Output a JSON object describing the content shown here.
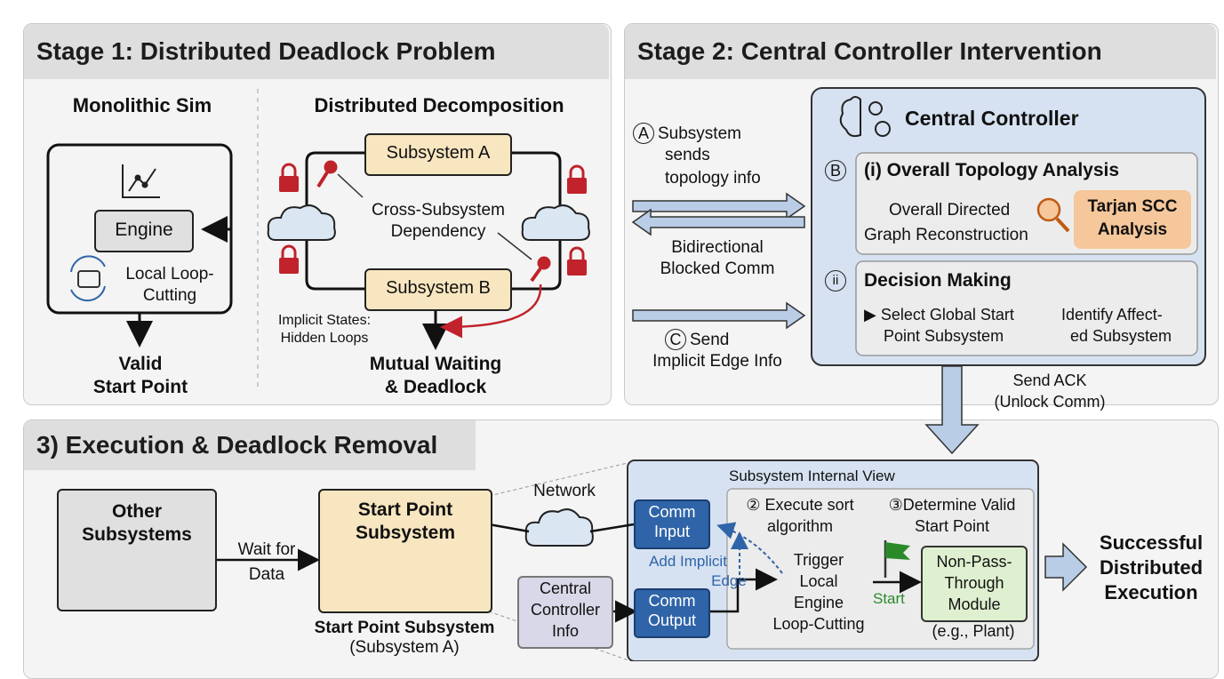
{
  "stage1": {
    "title": "Stage 1: Distributed Deadlock Problem",
    "mono_title": "Monolithic Sim",
    "engine": "Engine",
    "local_loop_1": "Local Loop-",
    "local_loop_2": "Cutting",
    "valid_1": "Valid",
    "valid_2": "Start Point",
    "dist_title": "Distributed Decomposition",
    "subsystem_a": "Subsystem A",
    "subsystem_b": "Subsystem B",
    "cross_1": "Cross-Subsystem",
    "cross_2": "Dependency",
    "implicit_1": "Implicit States:",
    "implicit_2": "Hidden Loops",
    "mutual_1": "Mutual Waiting",
    "mutual_2": "& Deadlock"
  },
  "stage2": {
    "title": "Stage 2: Central Controller Intervention",
    "a_marker": "A",
    "a_1": "Subsystem",
    "a_2": "sends",
    "a_3": "topology info",
    "bidir_1": "Bidirectional",
    "bidir_2": "Blocked Comm",
    "c_marker": "C",
    "c_1": "Send",
    "c_2": "Implicit Edge Info",
    "controller": "Central Controller",
    "b_marker": "B",
    "topo_title": "(i) Overall Topology Analysis",
    "topo_1": "Overall Directed",
    "topo_2": "Graph Reconstruction",
    "tarjan_1": "Tarjan SCC",
    "tarjan_2": "Analysis",
    "ii_marker": "ii",
    "decision_title": "Decision Making",
    "select_1": "▶ Select Global Start",
    "select_2": "Point Subsystem",
    "affect_1": "Identify Affect-",
    "affect_2": "ed Subsystem",
    "ack_1": "Send ACK",
    "ack_2": "(Unlock Comm)"
  },
  "stage3": {
    "title": "3) Execution & Deadlock Removal",
    "other_1": "Other",
    "other_2": "Subsystems",
    "wait_1": "Wait for",
    "wait_2": "Data",
    "start_1": "Start Point",
    "start_2": "Subsystem",
    "start_caption_1": "Start Point Subsystem",
    "start_caption_2": "(Subsystem A)",
    "network": "Network",
    "central_1": "Central",
    "central_2": "Controller",
    "central_3": "Info",
    "internal_title": "Subsystem Internal View",
    "comm_in_1": "Comm",
    "comm_in_2": "Input",
    "comm_out_1": "Comm",
    "comm_out_2": "Output",
    "add_1": "Add Implicit",
    "add_2": "Edge",
    "exec_1": "② Execute sort",
    "exec_2": "algorithm",
    "det_1": "③Determine Valid",
    "det_2": "Start Point",
    "trigger_1": "Trigger",
    "trigger_2": "Local",
    "trigger_3": "Engine",
    "trigger_4": "Loop-Cutting",
    "start_label": "Start",
    "npt_1": "Non-Pass-",
    "npt_2": "Through",
    "npt_3": "Module",
    "npt_caption": "(e.g., Plant)",
    "success_1": "Successful",
    "success_2": "Distributed",
    "success_3": "Execution"
  },
  "colors": {
    "accent_red": "#c0232b",
    "blue_box": "#2f64a8",
    "arrow_fill": "#b9cde6",
    "tarjan_fill": "#f6c79a",
    "flag_green": "#2a8a2a",
    "green_module": "#dff0d0"
  }
}
